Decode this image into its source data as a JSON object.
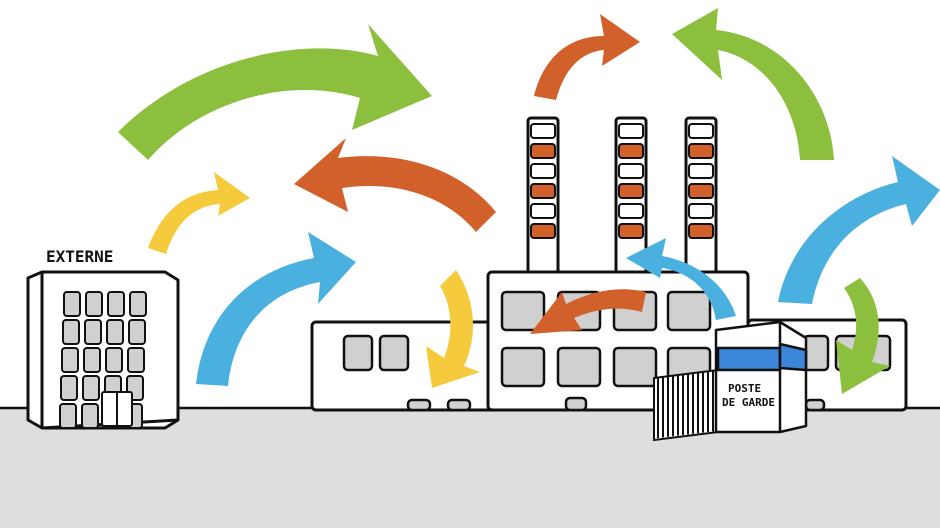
{
  "labels": {
    "external_building": "EXTERNE",
    "guard_post_line1": "POSTE",
    "guard_post_line2": "DE GARDE"
  },
  "colors": {
    "green": "#8dbf3f",
    "orange": "#d2602a",
    "yellow": "#f5cb3d",
    "blue": "#4ab0e0",
    "window_fill": "#d0d0d0",
    "ground": "#dedede",
    "outline": "#111111",
    "guard_sign": "#3b86d9"
  },
  "icons": {
    "external_building": "office-building-icon",
    "factory": "factory-icon",
    "guard_post": "guard-booth-icon",
    "gate": "gate-icon"
  }
}
